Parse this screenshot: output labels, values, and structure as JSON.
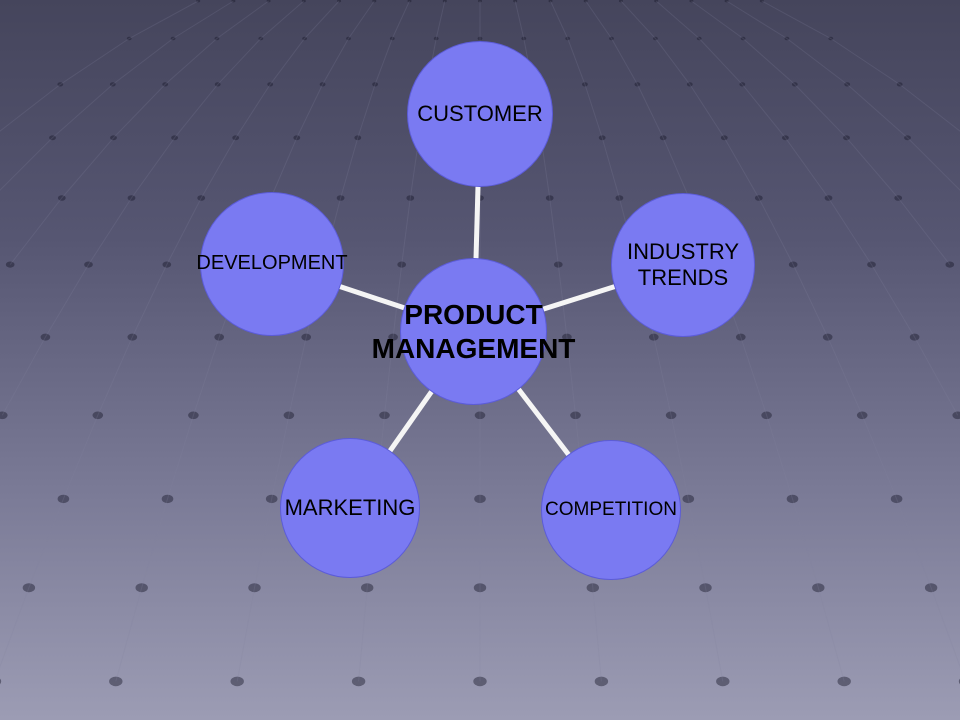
{
  "diagram": {
    "center": {
      "label": "PRODUCT MANAGEMENT"
    },
    "nodes": [
      {
        "id": "customer",
        "label": "CUSTOMER"
      },
      {
        "id": "industry-trends",
        "label": "INDUSTRY TRENDS"
      },
      {
        "id": "competition",
        "label": "COMPETITION"
      },
      {
        "id": "marketing",
        "label": "MARKETING"
      },
      {
        "id": "development",
        "label": "DEVELOPMENT"
      }
    ],
    "colors": {
      "node_fill": "#7a7af2",
      "connector": "#f5f5f5",
      "text": "#000000",
      "background_top": "#45455c",
      "background_bottom": "#9c9cb4"
    }
  }
}
